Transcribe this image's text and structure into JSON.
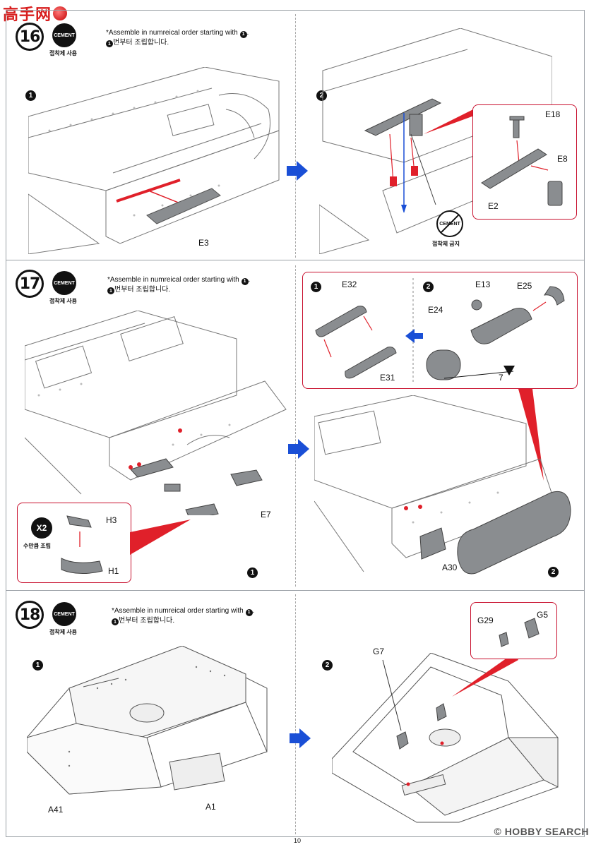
{
  "watermark_top": {
    "text": "高手网"
  },
  "watermark_bottom": {
    "text": "HOBBY SEARCH",
    "mark": "©"
  },
  "page_number": "10",
  "cement": {
    "badge": "CEMENT",
    "label": "접착제 사용"
  },
  "no_cement": {
    "badge": "CEMENT",
    "label": "접착제 금지"
  },
  "instruction": {
    "en_prefix": "*Assemble in numreical order starting with",
    "en_suffix": ".",
    "kr_suffix": "번부터 조립합니다.",
    "start_number": "1"
  },
  "steps": [
    {
      "number": "16",
      "sub_markers": [
        "1",
        "2"
      ],
      "parts": [
        "E3",
        "E18",
        "E8",
        "E2"
      ]
    },
    {
      "number": "17",
      "sub_markers": [
        "1",
        "2",
        "1",
        "2"
      ],
      "parts": [
        "E32",
        "E31",
        "E13",
        "E25",
        "E24",
        "E7",
        "H3",
        "H1",
        "A30"
      ],
      "x2_badge": "X2",
      "x2_label": "수만큼 조립",
      "callout_marker": "7"
    },
    {
      "number": "18",
      "sub_markers": [
        "1",
        "2"
      ],
      "parts": [
        "A41",
        "A1",
        "G7",
        "G29",
        "G5"
      ]
    }
  ],
  "colors": {
    "frame": "#9aa0a6",
    "callout": "#c8102e",
    "arrow_blue": "#1a4fd6",
    "part_gray": "#8a8d90",
    "red_pointer": "#e0202a"
  }
}
